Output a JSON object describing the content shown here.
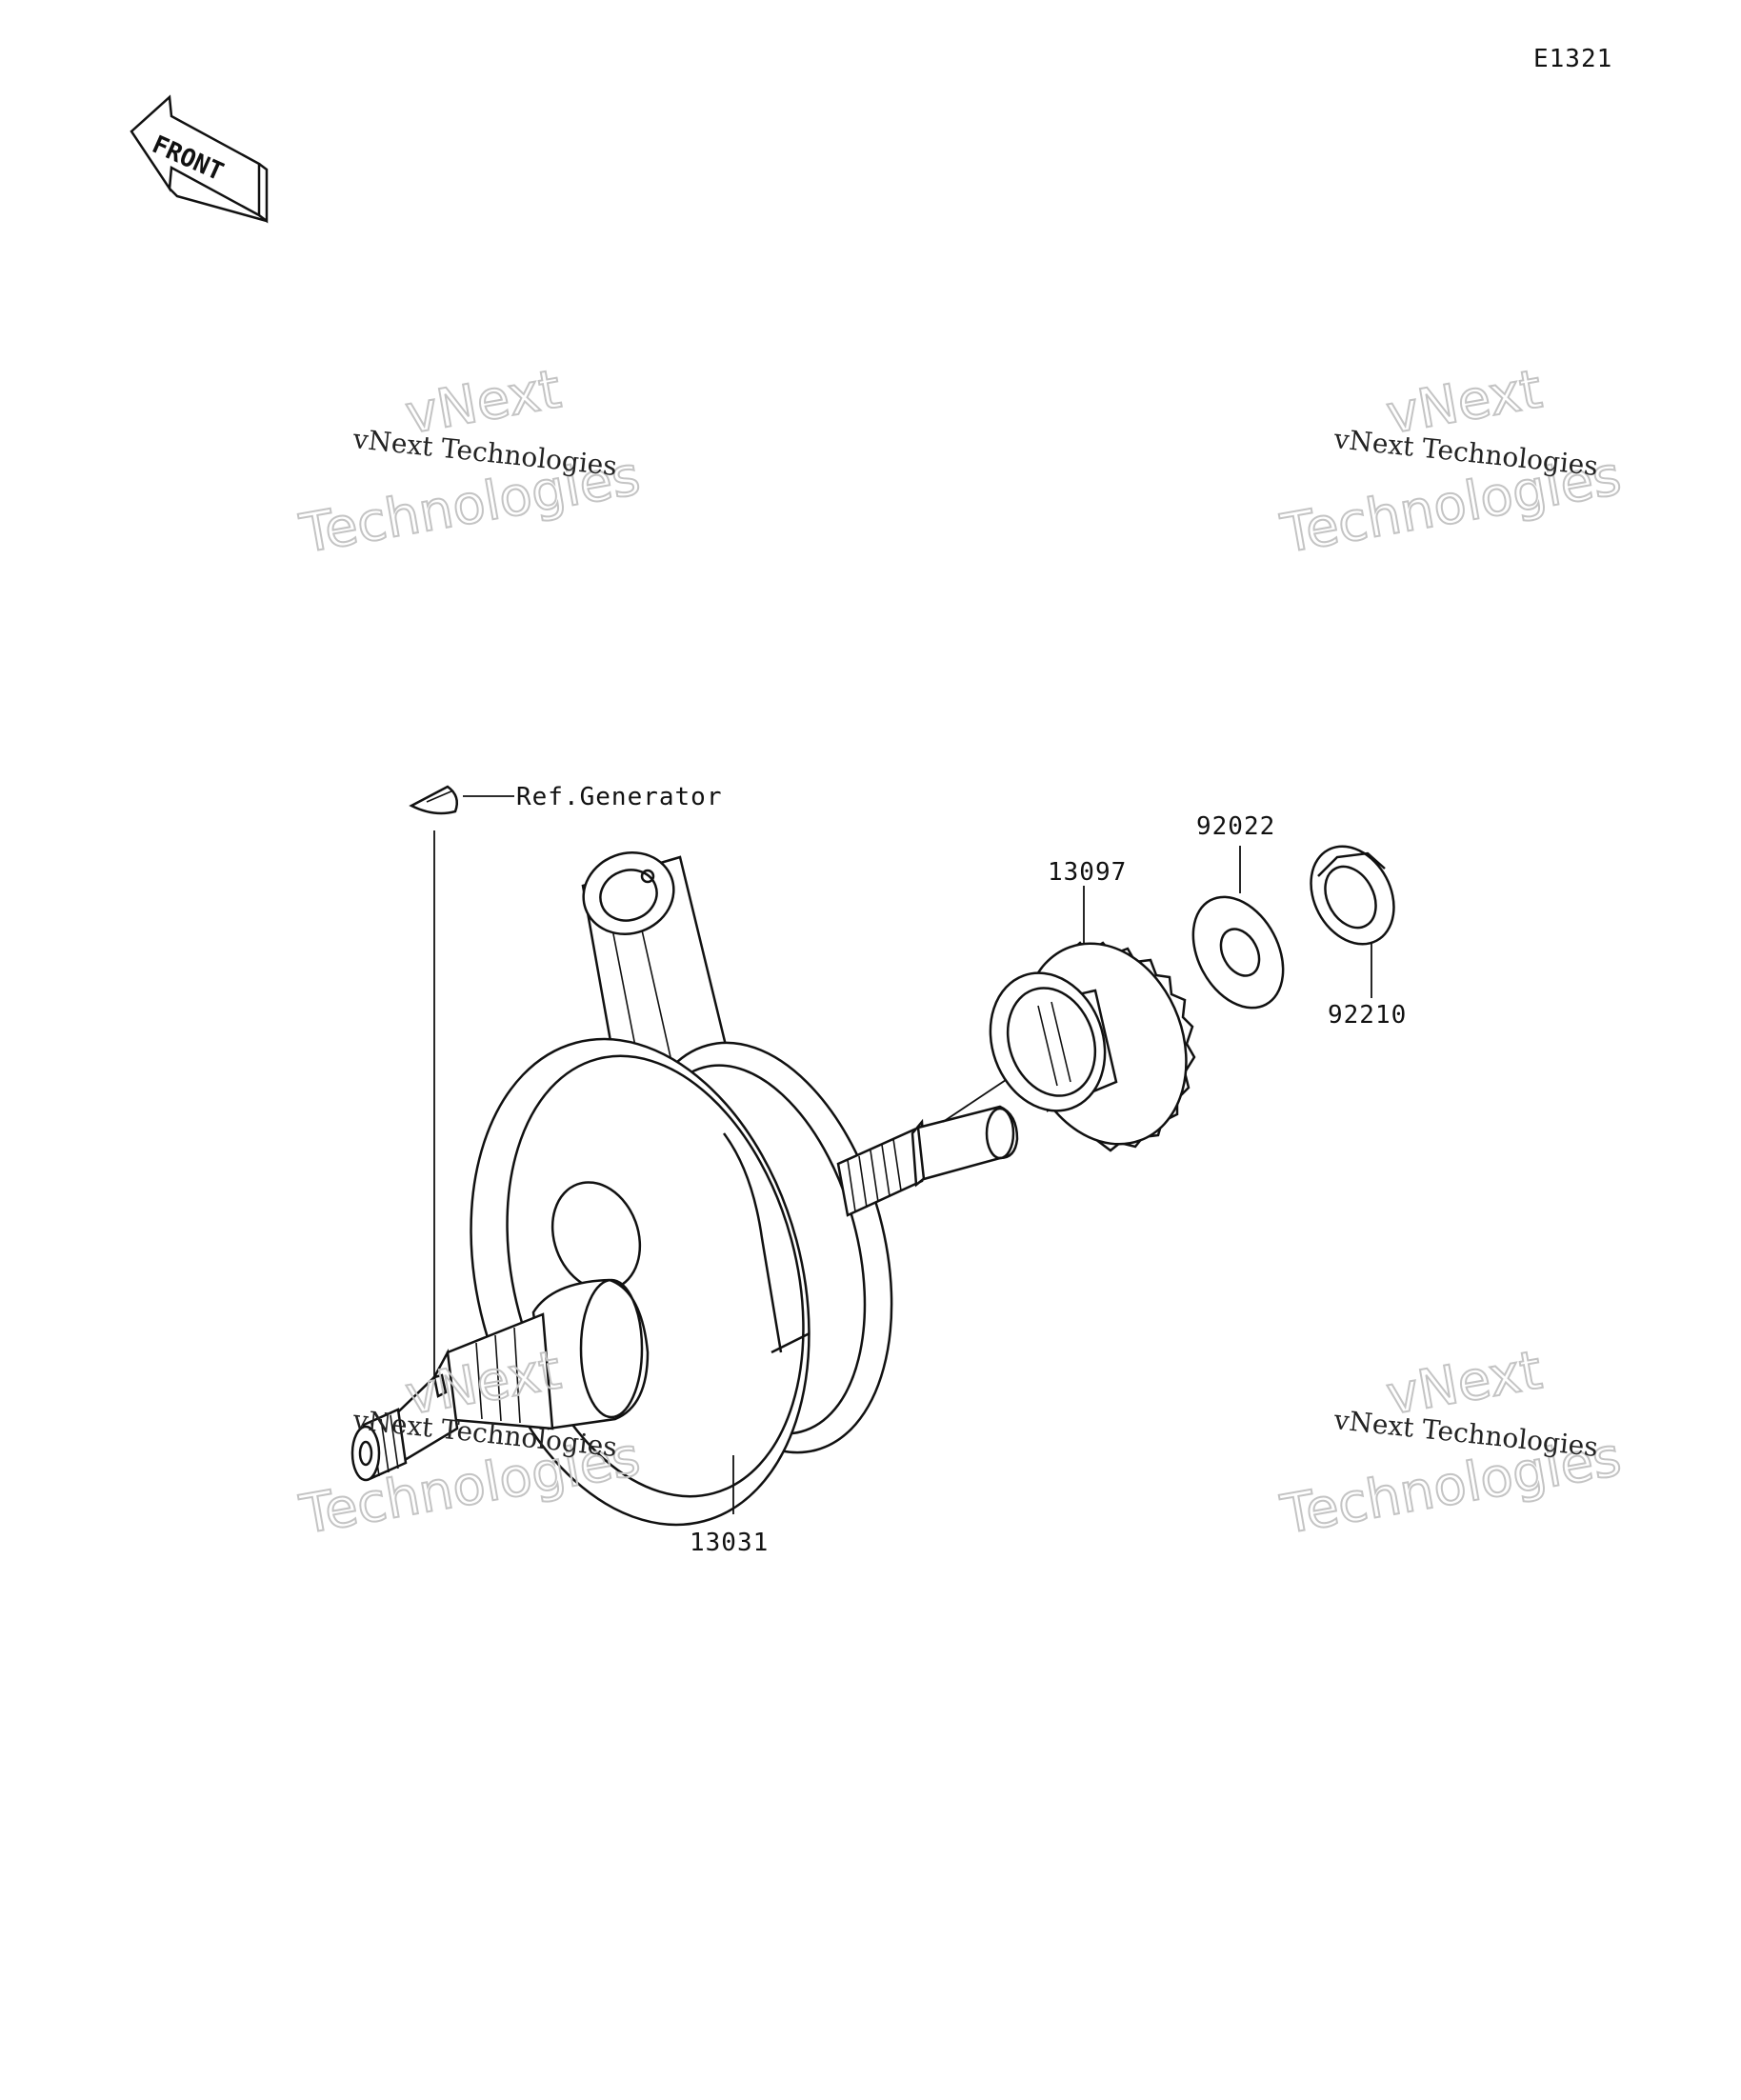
{
  "diagram_code": "E1321",
  "front_label": "FRONT",
  "callouts": {
    "key": "Ref.Generator",
    "crankshaft": "13031",
    "gear": "13097",
    "washer": "92022",
    "nut": "92210"
  },
  "watermarks": {
    "small_text": "vNext Technologies",
    "big_line1": "vNext",
    "big_line2": "Technologies"
  }
}
